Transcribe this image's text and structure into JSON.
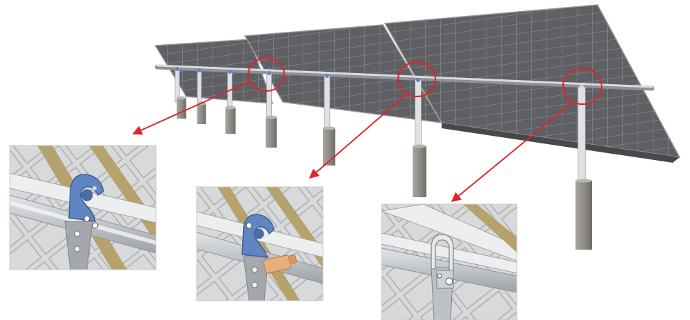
{
  "colors": {
    "background": "#ffffff",
    "panel": "#5e6063",
    "panel_dark": "#4a4c4f",
    "panel_grid": "#8a8c8f",
    "frame": "#b9bcc0",
    "torque_tube": "#c9ccd0",
    "post": "#d6d8db",
    "pile": "#8f8c88",
    "callout": "#e0242a",
    "bearing_blue": "#5f86c2",
    "damper_orange": "#e6b07c",
    "rail_gold": "#b6a26c"
  },
  "callouts": [
    {
      "id": "bearing-1",
      "detail": "blue-bearing-bracket"
    },
    {
      "id": "bearing-2",
      "detail": "blue-bearing-with-damper"
    },
    {
      "id": "bearing-3",
      "detail": "silver-clamp-bracket"
    }
  ]
}
